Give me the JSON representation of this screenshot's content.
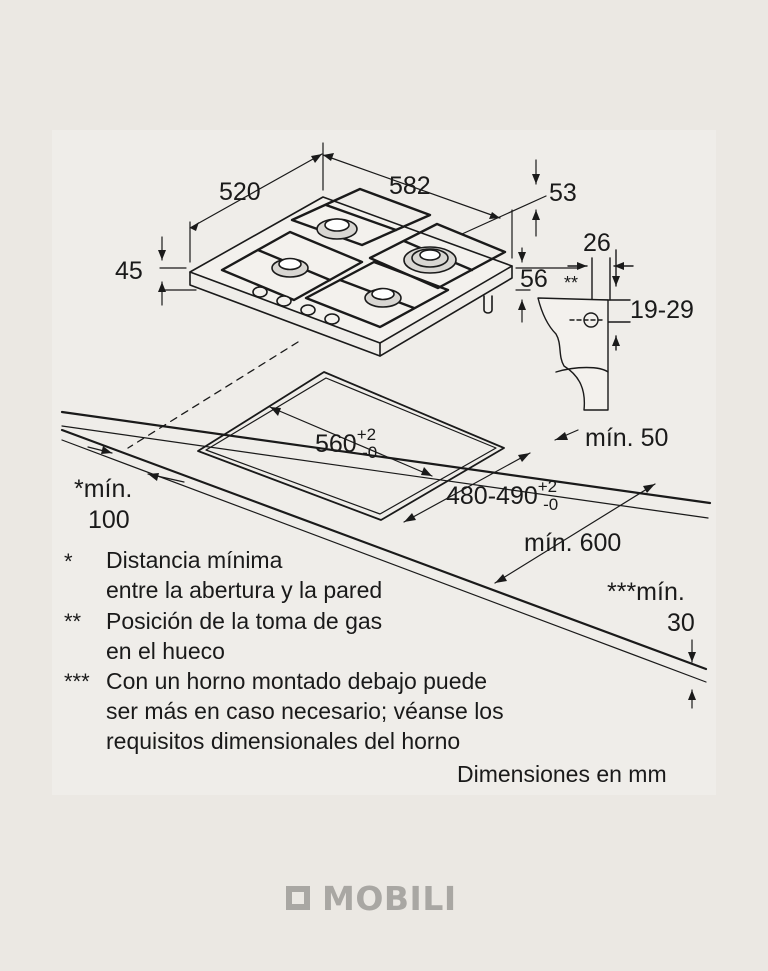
{
  "dimensions": {
    "d520": "520",
    "d582": "582",
    "d53": "53",
    "d45": "45",
    "d26": "26",
    "d56": "56",
    "gas_mark": "**",
    "d19_29": "19-29",
    "min50": "mín. 50",
    "d560": "560",
    "d560_tol_plus": "+2",
    "d560_tol_minus": "-0",
    "d480": "480-490",
    "d480_tol_plus": "+2",
    "d480_tol_minus": "-0",
    "min_wall_label": "*mín.",
    "min_wall_value": "100",
    "min600": "mín. 600",
    "min_oven_label": "***mín.",
    "min_oven_value": "30"
  },
  "notes": [
    {
      "mark": "*",
      "lines": [
        "Distancia mínima",
        "entre la abertura y la pared"
      ]
    },
    {
      "mark": "**",
      "lines": [
        "Posición de la toma de gas",
        "en el hueco"
      ]
    },
    {
      "mark": "***",
      "lines": [
        "Con un horno montado debajo puede",
        "ser más en caso necesario; véanse los",
        "requisitos dimensionales del horno"
      ]
    }
  ],
  "units": "Dimensiones en mm",
  "brand": "MOBILI"
}
